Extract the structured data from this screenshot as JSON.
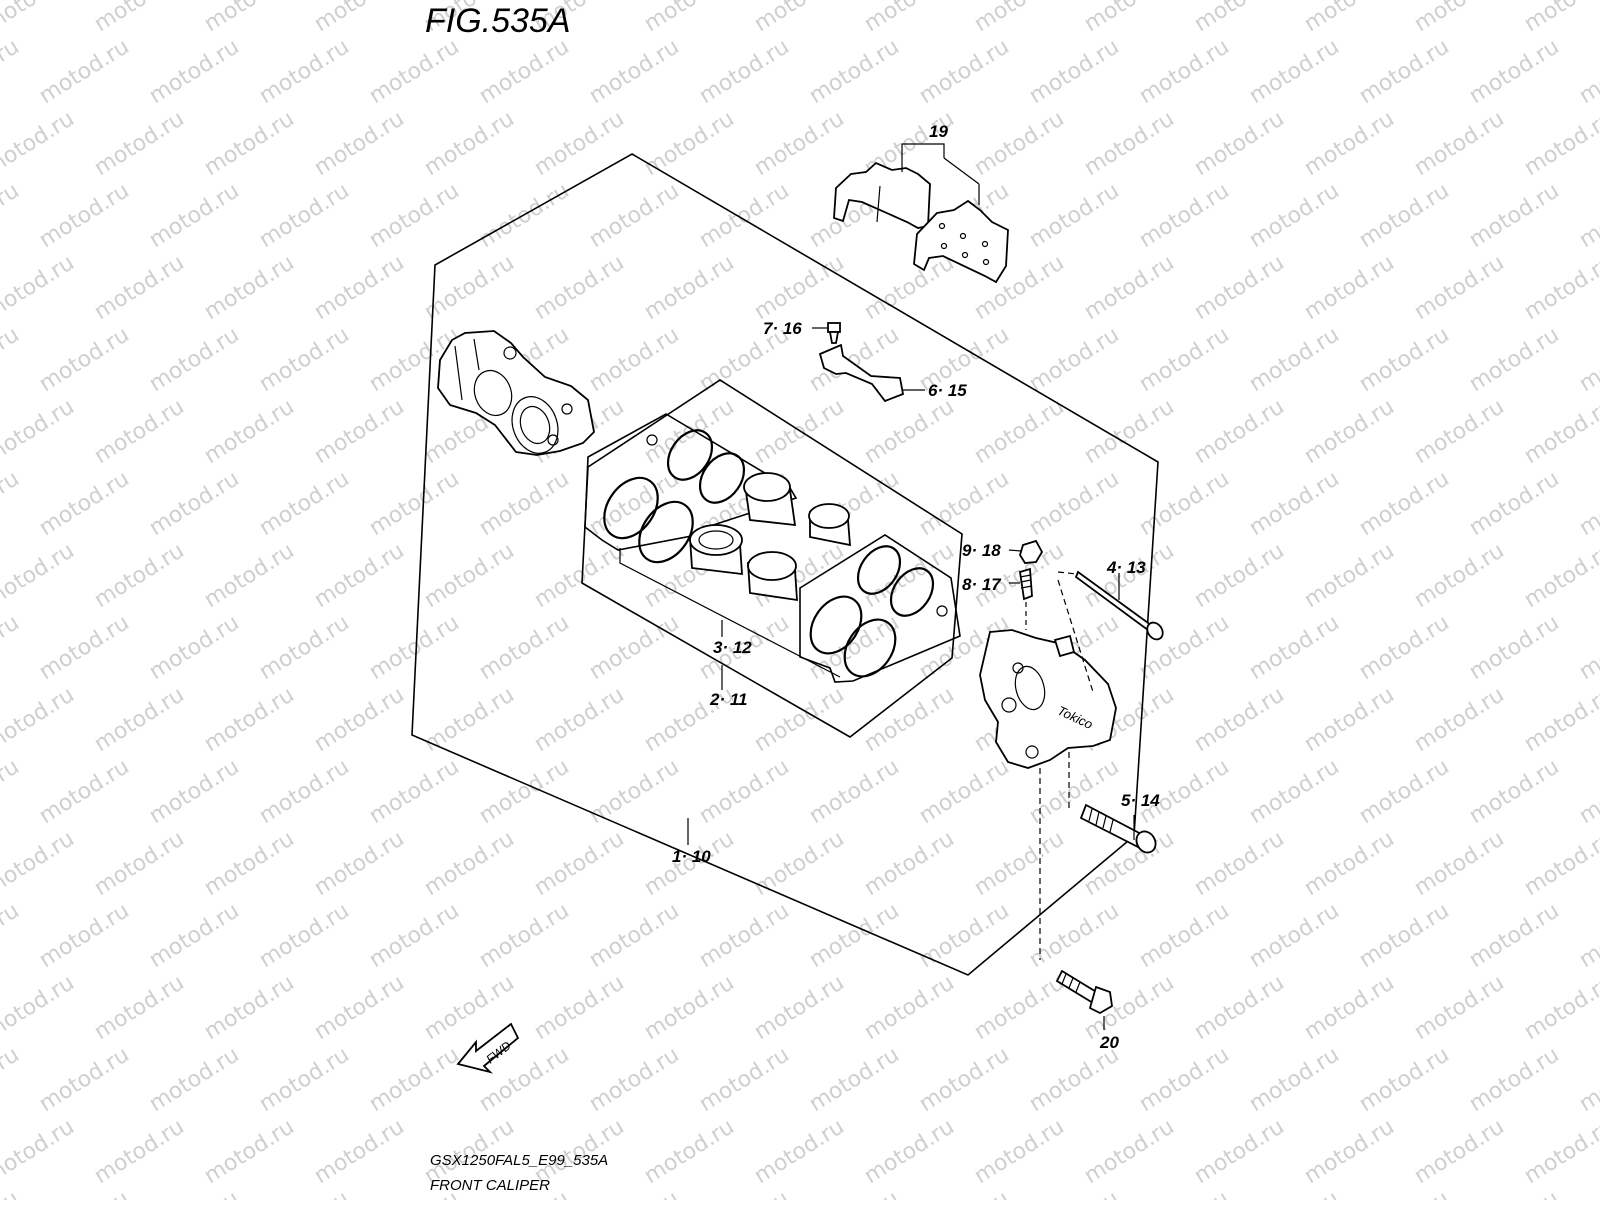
{
  "figure": {
    "title": "FIG.535A",
    "model_code": "GSX1250FAL5_E99_535A",
    "section_name": "FRONT CALIPER",
    "watermark": "motod.ru",
    "fwd_label": "FWD",
    "brand_marking": "Tokico"
  },
  "callouts": [
    {
      "id": "c19",
      "text": "19"
    },
    {
      "id": "c7",
      "text": "7· 16"
    },
    {
      "id": "c6",
      "text": "6· 15"
    },
    {
      "id": "c9",
      "text": "9· 18"
    },
    {
      "id": "c8",
      "text": "8· 17"
    },
    {
      "id": "c4",
      "text": "4· 13"
    },
    {
      "id": "c3",
      "text": "3· 12"
    },
    {
      "id": "c2",
      "text": "2· 11"
    },
    {
      "id": "c5",
      "text": "5· 14"
    },
    {
      "id": "c1",
      "text": "1· 10"
    },
    {
      "id": "c20",
      "text": "20"
    }
  ]
}
